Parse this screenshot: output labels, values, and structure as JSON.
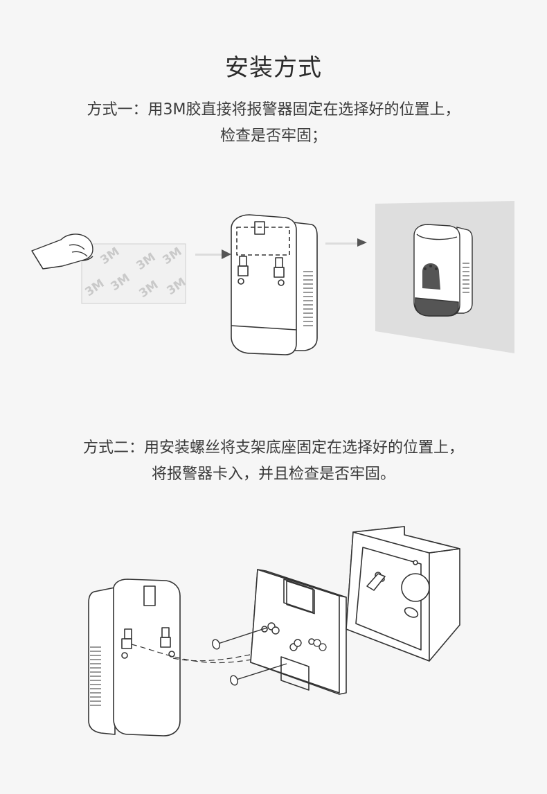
{
  "heading": "安装方式",
  "method1": {
    "line1": "方式一：用3M胶直接将报警器固定在选择好的位置上，",
    "line2": "检查是否牢固；",
    "tape_print": "3M"
  },
  "method2": {
    "line1": "方式二：用安装螺丝将支架底座固定在选择好的位置上，",
    "line2": "将报警器卡入，并且检查是否牢固。"
  },
  "icons": [
    "hand-icon",
    "tape-icon",
    "arrow-icon",
    "alarm-device-icon",
    "screw-icon",
    "bracket-icon",
    "junction-box-icon"
  ]
}
